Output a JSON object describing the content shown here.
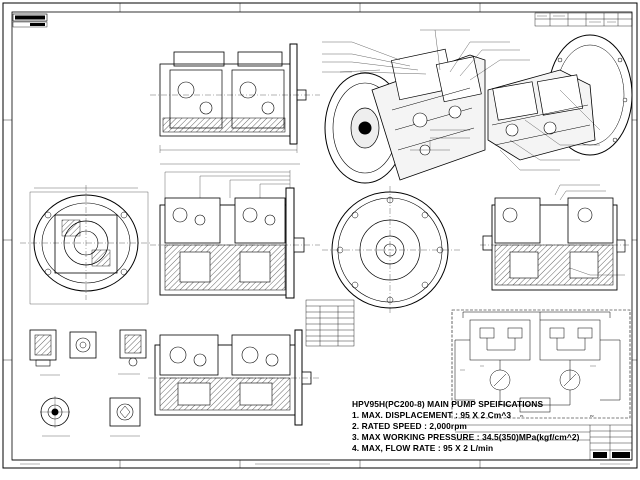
{
  "spec": {
    "title": "HPV95H(PC200-8) MAIN PUMP SPEIFICATIONS",
    "items": [
      "1. MAX. DISPLACEMENT : 95 X 2 Cm^3",
      "2. RATED SPEED : 2,000rpm",
      "3. MAX WORKING PRESSURE : 34.5(350)MPa(kgf/cm^2)",
      "4. MAX, FLOW RATE : 95 X 2 L/min"
    ]
  }
}
